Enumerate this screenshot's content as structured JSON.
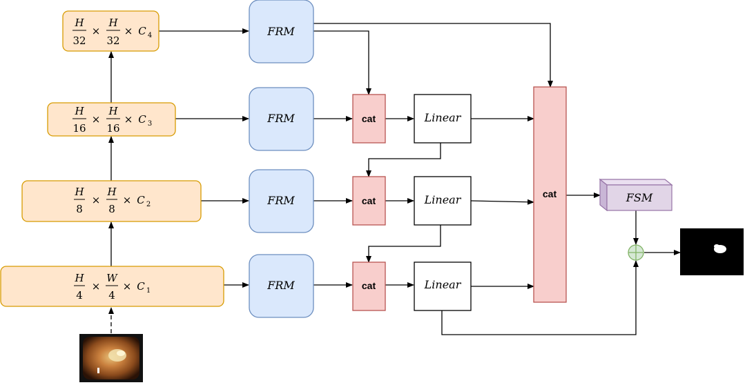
{
  "feature_maps": [
    {
      "num1": "H",
      "den1": "32",
      "num2": "H",
      "den2": "32",
      "channel": "C",
      "channel_sub": "4"
    },
    {
      "num1": "H",
      "den1": "16",
      "num2": "H",
      "den2": "16",
      "channel": "C",
      "channel_sub": "3"
    },
    {
      "num1": "H",
      "den1": "8",
      "num2": "H",
      "den2": "8",
      "channel": "C",
      "channel_sub": "2"
    },
    {
      "num1": "H",
      "den1": "4",
      "num2": "W",
      "den2": "4",
      "channel": "C",
      "channel_sub": "1"
    }
  ],
  "times_symbol": "×",
  "frm_label": "FRM",
  "cat_label": "cat",
  "linear_label": "Linear",
  "fsm_label": "FSM",
  "colors": {
    "feature_fill": "#ffe6cc",
    "feature_stroke": "#d79b00",
    "frm_fill": "#dae8fc",
    "frm_stroke": "#6c8ebf",
    "cat_fill": "#f8cecc",
    "cat_stroke": "#b85450",
    "fsm_fill": "#e1d5e7",
    "fsm_stroke": "#9673a6",
    "add_fill": "#d5e8d4",
    "add_stroke": "#82b366"
  }
}
